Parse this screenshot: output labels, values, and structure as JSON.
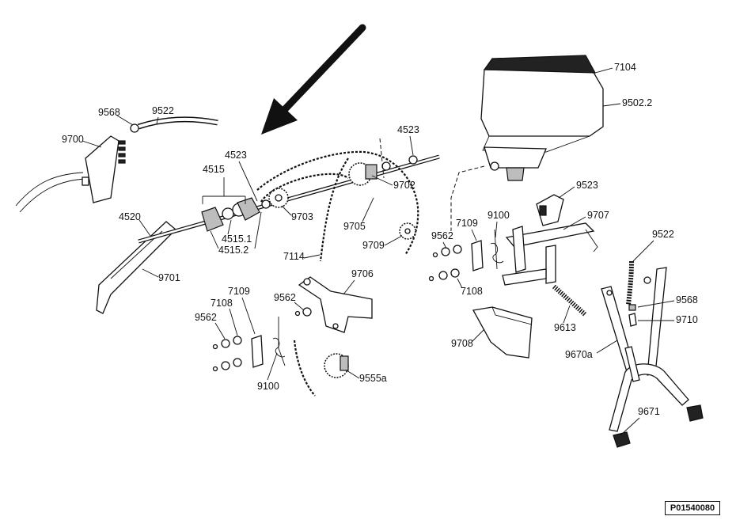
{
  "diagram": {
    "reference_code": "P01540080",
    "callouts": [
      {
        "id": "c9568a",
        "text": "9568"
      },
      {
        "id": "c9522a",
        "text": "9522"
      },
      {
        "id": "c9700",
        "text": "9700"
      },
      {
        "id": "c4520",
        "text": "4520"
      },
      {
        "id": "c9701",
        "text": "9701"
      },
      {
        "id": "c4515",
        "text": "4515"
      },
      {
        "id": "c4523a",
        "text": "4523"
      },
      {
        "id": "c4515_1",
        "text": "4515.1"
      },
      {
        "id": "c4515_2",
        "text": "4515.2"
      },
      {
        "id": "c9703",
        "text": "9703"
      },
      {
        "id": "c4523b",
        "text": "4523"
      },
      {
        "id": "c9702",
        "text": "9702"
      },
      {
        "id": "c9705",
        "text": "9705"
      },
      {
        "id": "c7114",
        "text": "7114"
      },
      {
        "id": "c9709",
        "text": "9709"
      },
      {
        "id": "c9706",
        "text": "9706"
      },
      {
        "id": "c9562a",
        "text": "9562"
      },
      {
        "id": "c7109a",
        "text": "7109"
      },
      {
        "id": "c7108a",
        "text": "7108"
      },
      {
        "id": "c9562b",
        "text": "9562"
      },
      {
        "id": "c9100a",
        "text": "9100"
      },
      {
        "id": "c9555a",
        "text": "9555a"
      },
      {
        "id": "c7104",
        "text": "7104"
      },
      {
        "id": "c9502_2",
        "text": "9502.2"
      },
      {
        "id": "c9523",
        "text": "9523"
      },
      {
        "id": "c7109b",
        "text": "7109"
      },
      {
        "id": "c9100b",
        "text": "9100"
      },
      {
        "id": "c9707",
        "text": "9707"
      },
      {
        "id": "c9562c",
        "text": "9562"
      },
      {
        "id": "c7108b",
        "text": "7108"
      },
      {
        "id": "c9522b",
        "text": "9522"
      },
      {
        "id": "c9568b",
        "text": "9568"
      },
      {
        "id": "c9710",
        "text": "9710"
      },
      {
        "id": "c9613",
        "text": "9613"
      },
      {
        "id": "c9708",
        "text": "9708"
      },
      {
        "id": "c9670a",
        "text": "9670a"
      },
      {
        "id": "c9671",
        "text": "9671"
      }
    ]
  }
}
